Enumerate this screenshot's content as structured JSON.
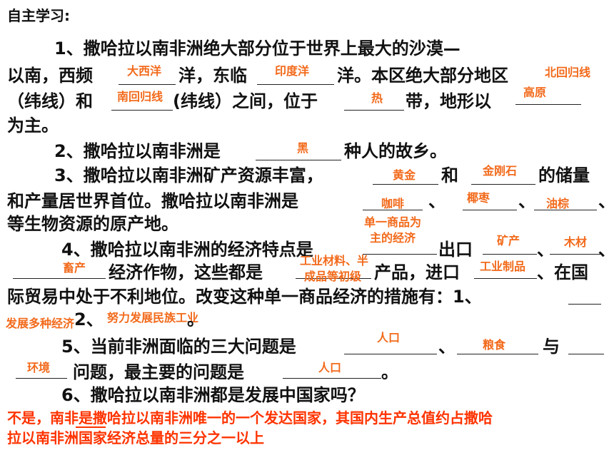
{
  "heading": "自主学习:",
  "lines": [
    "1、撒哈拉以南非洲绝大部分位于世界上最大的沙漠—",
    "以南，西频",
    "洋，东临",
    "洋。本区绝大部分地区",
    "（纬线）和",
    "(纬线）之间，位于",
    "带，地形以",
    "为主。",
    "2、撒哈拉以南非洲是",
    "种人的故乡。",
    "3、撒哈拉以南非洲矿产资源丰富，",
    "和",
    "的储量",
    "和产量居世界首位。撒哈拉以南非洲是",
    "、",
    "、",
    "、",
    "等生物资源的原产地。",
    "4、撒哈拉以南非洲的经济特点是",
    "出口",
    "、",
    "、",
    "经济作物，这些都是",
    "产品，进口",
    "、在国",
    "际贸易中处于不利地位。改变这种单一商品经济的措施有：1、",
    "2、",
    "。",
    "5、当前非洲面临的三大问题是",
    "、",
    "与",
    "问题，最主要的问题是",
    "。",
    "6、撒哈拉以南非洲都是发展中国家吗？"
  ],
  "answers": {
    "atlantic": "大西洋",
    "indian": "印度洋",
    "tropic_n": "北回归线",
    "tropic_s": "南回归线",
    "zone": "热",
    "terrain": "高原",
    "race": "黑",
    "gold": "黄金",
    "diamond": "金刚石",
    "coffee": "咖啡",
    "date": "椰枣",
    "palm": "油棕",
    "econ_a": "单一商品为",
    "econ_b": "主的经济",
    "mineral": "矿产",
    "timber": "木材",
    "livestock": "畜产",
    "raw_a": "工业材料、半",
    "raw_b": "成品等初级",
    "industrial": "工业制品",
    "measure1": "发展多种经济",
    "measure2": "努力发展民族工业",
    "p1": "人口",
    "p2": "粮食",
    "p3": "环境",
    "main": "人口"
  },
  "answer6": {
    "line1": "不是，南非是撒哈拉以南非洲唯一的一个发达国家，其国内生产总值约占撒哈",
    "line2": "拉以南非洲国家经济总量的三分之一以上"
  }
}
